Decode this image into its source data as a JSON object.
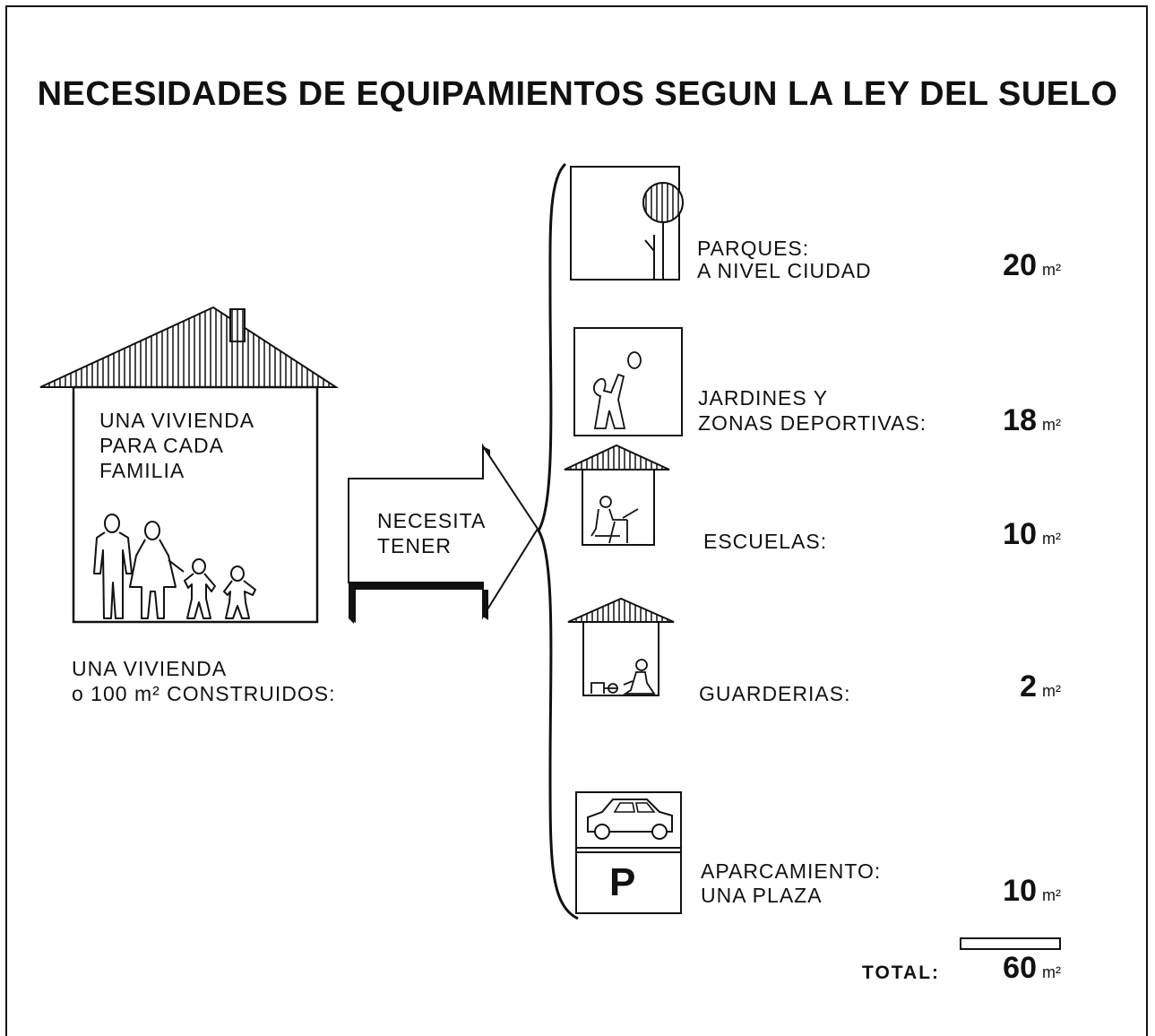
{
  "title": "NECESIDADES DE EQUIPAMIENTOS SEGUN LA LEY DEL SUELO",
  "house": {
    "lines": [
      "UNA VIVIENDA",
      "PARA CADA",
      "FAMILIA"
    ]
  },
  "caption": {
    "line1": "UNA VIVIENDA",
    "line2": "o 100 m² CONSTRUIDOS:"
  },
  "arrow": {
    "line1": "NECESITA",
    "line2": "TENER"
  },
  "items": [
    {
      "line1": "PARQUES:",
      "line2": "A NIVEL CIUDAD",
      "value": "20",
      "unit": "m²",
      "icon": "tree-icon"
    },
    {
      "line1": "JARDINES Y",
      "line2": "ZONAS DEPORTIVAS:",
      "value": "18",
      "unit": "m²",
      "icon": "child-ball-icon"
    },
    {
      "line1": "ESCUELAS:",
      "value": "10",
      "unit": "m²",
      "icon": "school-icon"
    },
    {
      "line1": "GUARDERIAS:",
      "value": "2",
      "unit": "m²",
      "icon": "nursery-icon"
    },
    {
      "line1": "APARCAMIENTO:",
      "line2": "UNA PLAZA",
      "value": "10",
      "unit": "m²",
      "icon": "parking-icon",
      "sign_letter": "P"
    }
  ],
  "total": {
    "label": "TOTAL:",
    "value": "60",
    "unit": "m²"
  }
}
